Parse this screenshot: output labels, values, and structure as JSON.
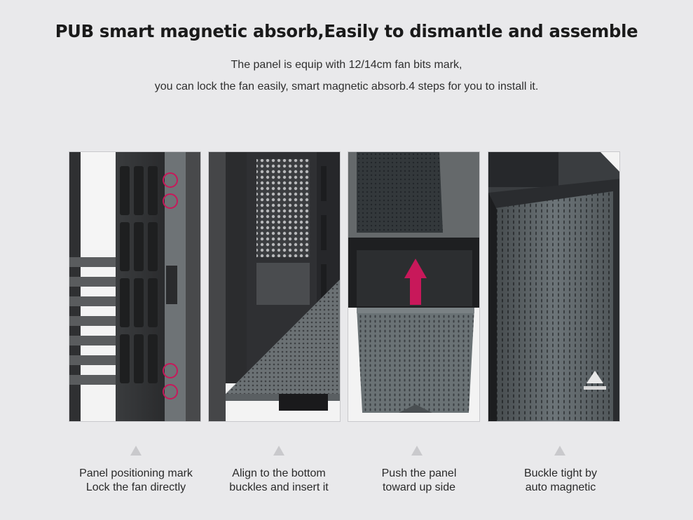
{
  "heading": {
    "title": "PUB smart magnetic absorb,Easily to dismantle and assemble",
    "line1": "The panel is equip with 12/14cm fan bits mark,",
    "line2": "you can lock the fan easily, smart magnetic absorb.4 steps for you to install it."
  },
  "steps": [
    {
      "line1": "Panel positioning mark",
      "line2": "Lock the fan directly"
    },
    {
      "line1": "Align to the bottom",
      "line2": "buckles and insert it"
    },
    {
      "line1": "Push the panel",
      "line2": "toward up side"
    },
    {
      "line1": "Buckle tight by",
      "line2": "auto magnetic"
    }
  ],
  "colors": {
    "background": "#e9e9eb",
    "highlight": "#c8185a",
    "case_gray": "#5f686b"
  }
}
